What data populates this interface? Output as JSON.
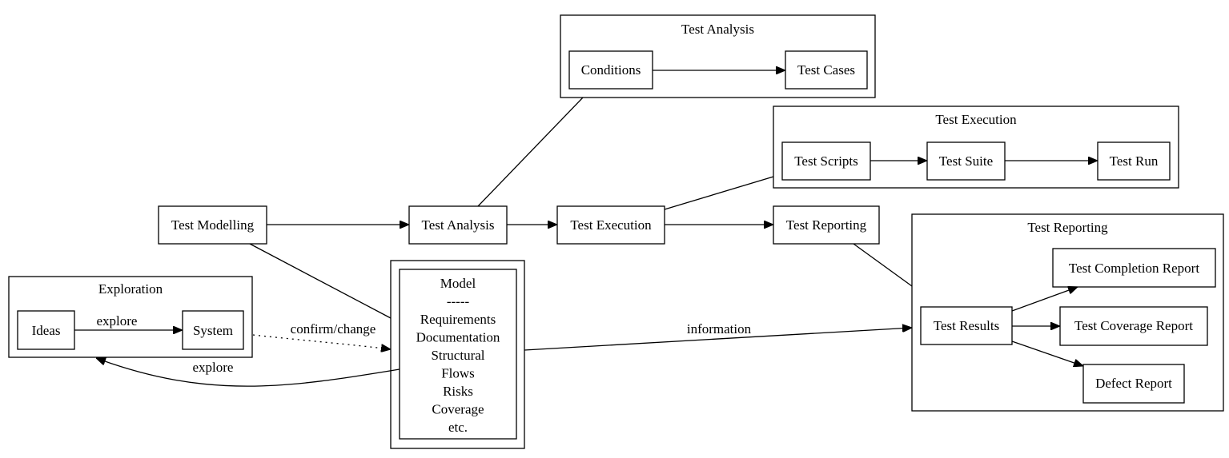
{
  "clusters": {
    "analysis": {
      "title": "Test Analysis"
    },
    "execution": {
      "title": "Test Execution"
    },
    "reporting": {
      "title": "Test Reporting"
    },
    "exploration": {
      "title": "Exploration"
    }
  },
  "nodes": {
    "conditions": "Conditions",
    "test_cases": "Test Cases",
    "test_scripts": "Test Scripts",
    "test_suite": "Test Suite",
    "test_run": "Test Run",
    "test_modelling": "Test Modelling",
    "test_analysis": "Test Analysis",
    "test_execution": "Test Execution",
    "test_reporting": "Test Reporting",
    "test_completion_report": "Test Completion Report",
    "test_coverage_report": "Test Coverage Report",
    "test_results": "Test Results",
    "defect_report": "Defect Report",
    "ideas": "Ideas",
    "system": "System",
    "model_lines": [
      "Model",
      "-----",
      "Requirements",
      "Documentation",
      "Structural",
      "Flows",
      "Risks",
      "Coverage",
      "etc."
    ]
  },
  "edge_labels": {
    "explore_ideas_system": "explore",
    "confirm_change": "confirm/change",
    "explore_back": "explore",
    "information": "information"
  }
}
